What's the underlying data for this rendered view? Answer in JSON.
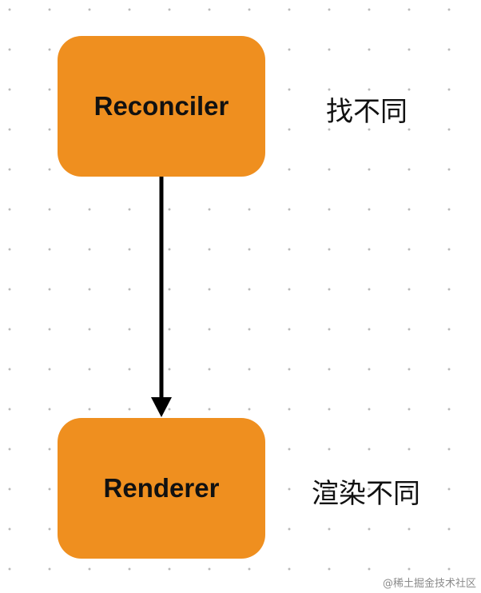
{
  "colors": {
    "node_fill": "#EF8F1F",
    "text": "#111111",
    "arrow": "#000000",
    "grid_dot": "#b9b9b9",
    "background": "#ffffff"
  },
  "diagram": {
    "nodes": [
      {
        "id": "reconciler",
        "label": "Reconciler",
        "note": "找不同"
      },
      {
        "id": "renderer",
        "label": "Renderer",
        "note": "渲染不同"
      }
    ],
    "edges": [
      {
        "from": "reconciler",
        "to": "renderer"
      }
    ]
  },
  "watermark": "@稀土掘金技术社区"
}
